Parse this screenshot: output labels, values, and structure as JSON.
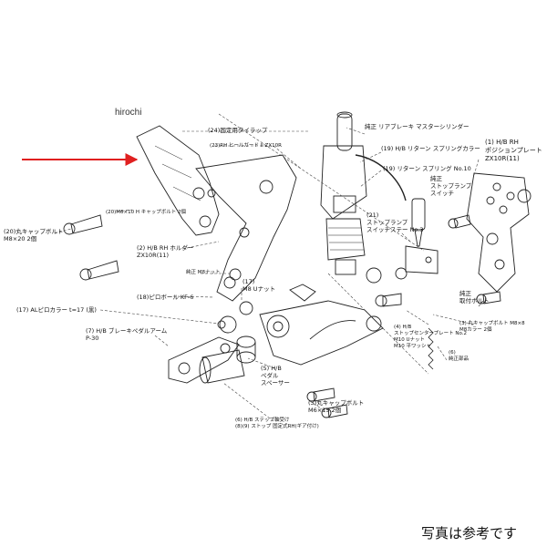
{
  "watermark": "hirochi",
  "footnote": "写真は参考です",
  "colors": {
    "arrow": "#e02020",
    "line": "#222222",
    "background": "#ffffff"
  },
  "labels": {
    "tie_wrap": "(24)固定用タイラップ",
    "master_cylinder": "純正 リアブレーキ マスターシリンダー",
    "heel_guard": "(23)RH ヒールガード II ZX10R",
    "return_spring_collar": "(19) H/B リターン スプリングカラー",
    "return_spring": "(19) リターン スプリング No.10",
    "stop_lamp_switch": "純正\nストップランプ\nスイッチ",
    "stop_lamp_stay": "(21)\nストップランプ\nスイッチステー No.3",
    "position_plate": "(1) H/B RH\nポジションプレート\nZX10R(11)",
    "cap_bolt_10": "(20)M6×10 H キャップボルト 2個",
    "cap_bolt_20": "(20)丸キャップボルト\nM8×20 2個",
    "holder": "(2) H/B RH ホルダー\nZX10R(11)",
    "genuine_nut": "純正 M8ナット",
    "u_nut_17": "(17)\nM8 Uナット",
    "pillow_ball": "(18)ピロボール KF-6",
    "al_collar": "(17) ALピロカラー t=17 (黒)",
    "brake_pedal_arm": "(7) H/B ブレーキペダルアーム\nP-30",
    "pedal_spacer": "(5) H/B\nペダル\nスペーサー",
    "cap_bolt_15": "(3)丸キャップボルト\nM6×15 2個",
    "step_shaft": "(6) H/B ステップ軸受け\n(8)(9) ストップ 固定式RH(ギア付け)",
    "genuine_mount_bolt": "純正\n取付ボルト",
    "cap_bolt_m10": "(3) 丸キャップボルト M8×8\nM8カラー 2個",
    "stop_center_plate": "(4) H/B\nストップセンタープレート No.2\nM10 Uナット\nM10 平ワッシャ",
    "genuine_part": "(6)\n純正部品"
  }
}
